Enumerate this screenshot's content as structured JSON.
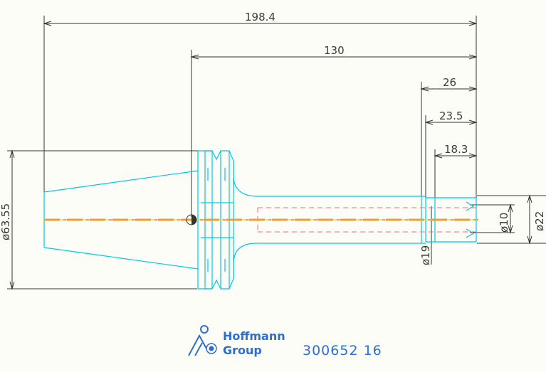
{
  "drawing": {
    "dimensions": {
      "overall_length": "198.4",
      "gauge_length": "130",
      "dim_26": "26",
      "dim_23_5": "23.5",
      "dim_18_3": "18.3",
      "flange_diameter": "ø63.55",
      "bore_diameter": "ø10",
      "nose_diameter": "ø22",
      "shank_diameter": "ø19"
    },
    "colors": {
      "outline": "#00c8e6",
      "dimension": "#333333",
      "centerline_orange": "#f0a030",
      "centerline_red": "#e06060",
      "centerline_yellow": "#e8dc30",
      "bore": "#f07070",
      "logo": "#2d6fcf"
    }
  },
  "logo": {
    "line1": "Hoffmann",
    "line2": "Group",
    "part_number": "300652 16"
  }
}
